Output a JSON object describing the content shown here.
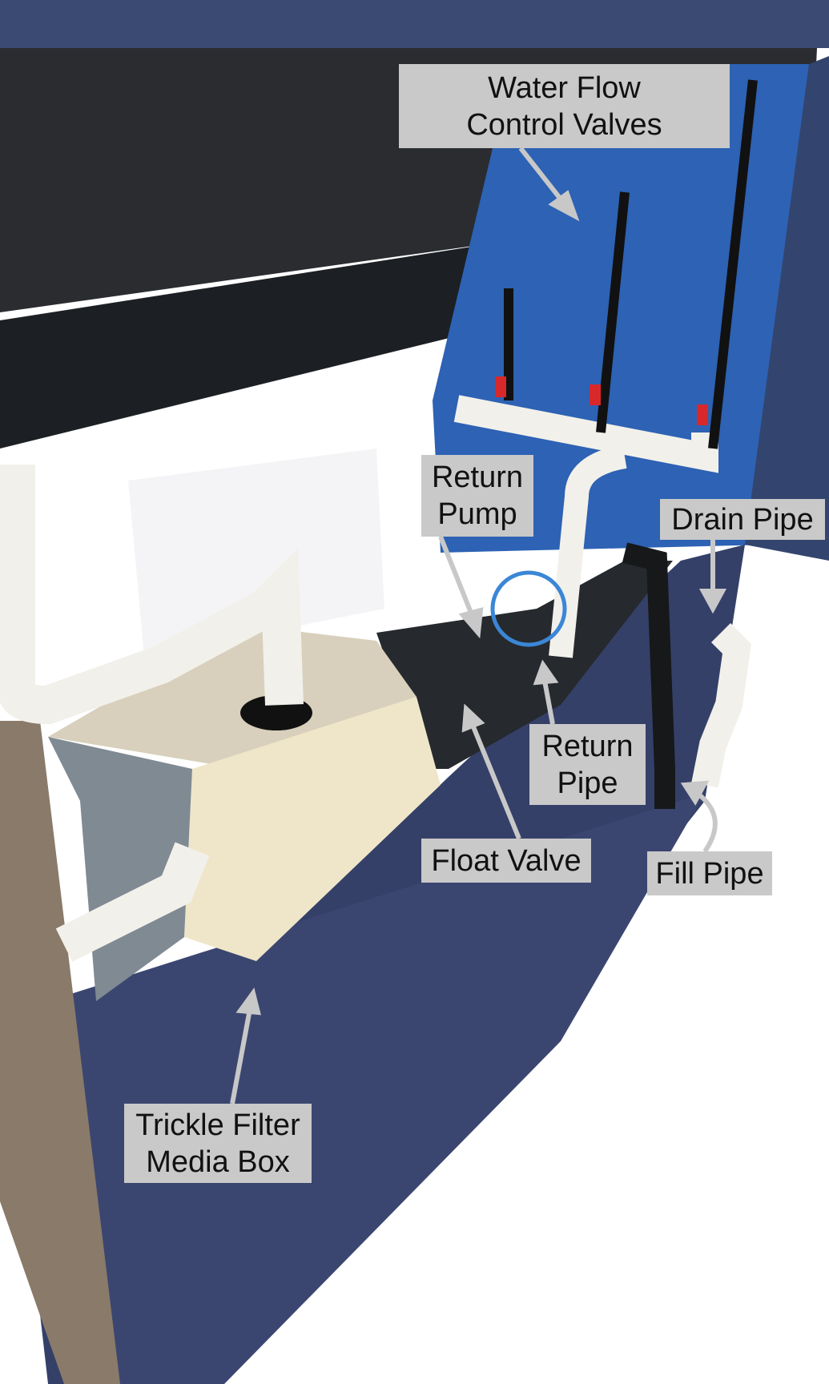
{
  "diagram": {
    "labels": {
      "water_flow": [
        "Water Flow",
        "Control Valves"
      ],
      "return_pump": [
        "Return",
        "Pump"
      ],
      "drain_pipe": [
        "Drain Pipe"
      ],
      "return_pipe": [
        "Return",
        "Pipe"
      ],
      "float_valve": [
        "Float Valve"
      ],
      "fill_pipe": [
        "Fill Pipe"
      ],
      "trickle_filter": [
        "Trickle Filter",
        "Media Box"
      ]
    },
    "colors": {
      "label_bg": "#c9c9c9",
      "arrow": "#c8c8c8",
      "panel_blue": "#2f3f6a",
      "pipe_white": "#f2f0ea",
      "media_box": "#eee4c8",
      "valve_red": "#d8282a"
    }
  }
}
